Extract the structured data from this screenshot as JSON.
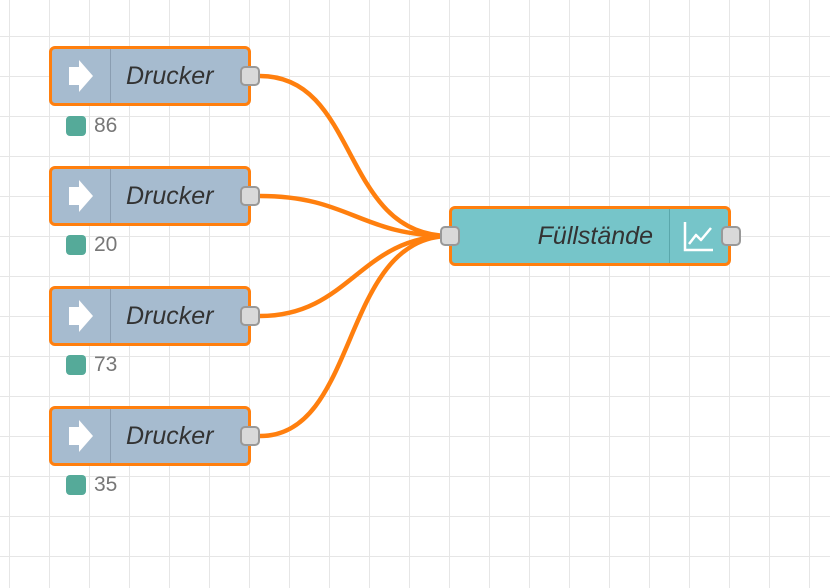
{
  "colors": {
    "wire": "#ff7f0e",
    "inject_node": "#a6bbcf",
    "chart_node": "#76c5c9",
    "status_dot": "#5a9"
  },
  "inject_nodes": [
    {
      "label": "Drucker",
      "icon": "arrow-right-icon",
      "status": "86"
    },
    {
      "label": "Drucker",
      "icon": "arrow-right-icon",
      "status": "20"
    },
    {
      "label": "Drucker",
      "icon": "arrow-right-icon",
      "status": "73"
    },
    {
      "label": "Drucker",
      "icon": "arrow-right-icon",
      "status": "35"
    }
  ],
  "chart_node": {
    "label": "Füllstände",
    "icon": "line-chart-icon"
  }
}
